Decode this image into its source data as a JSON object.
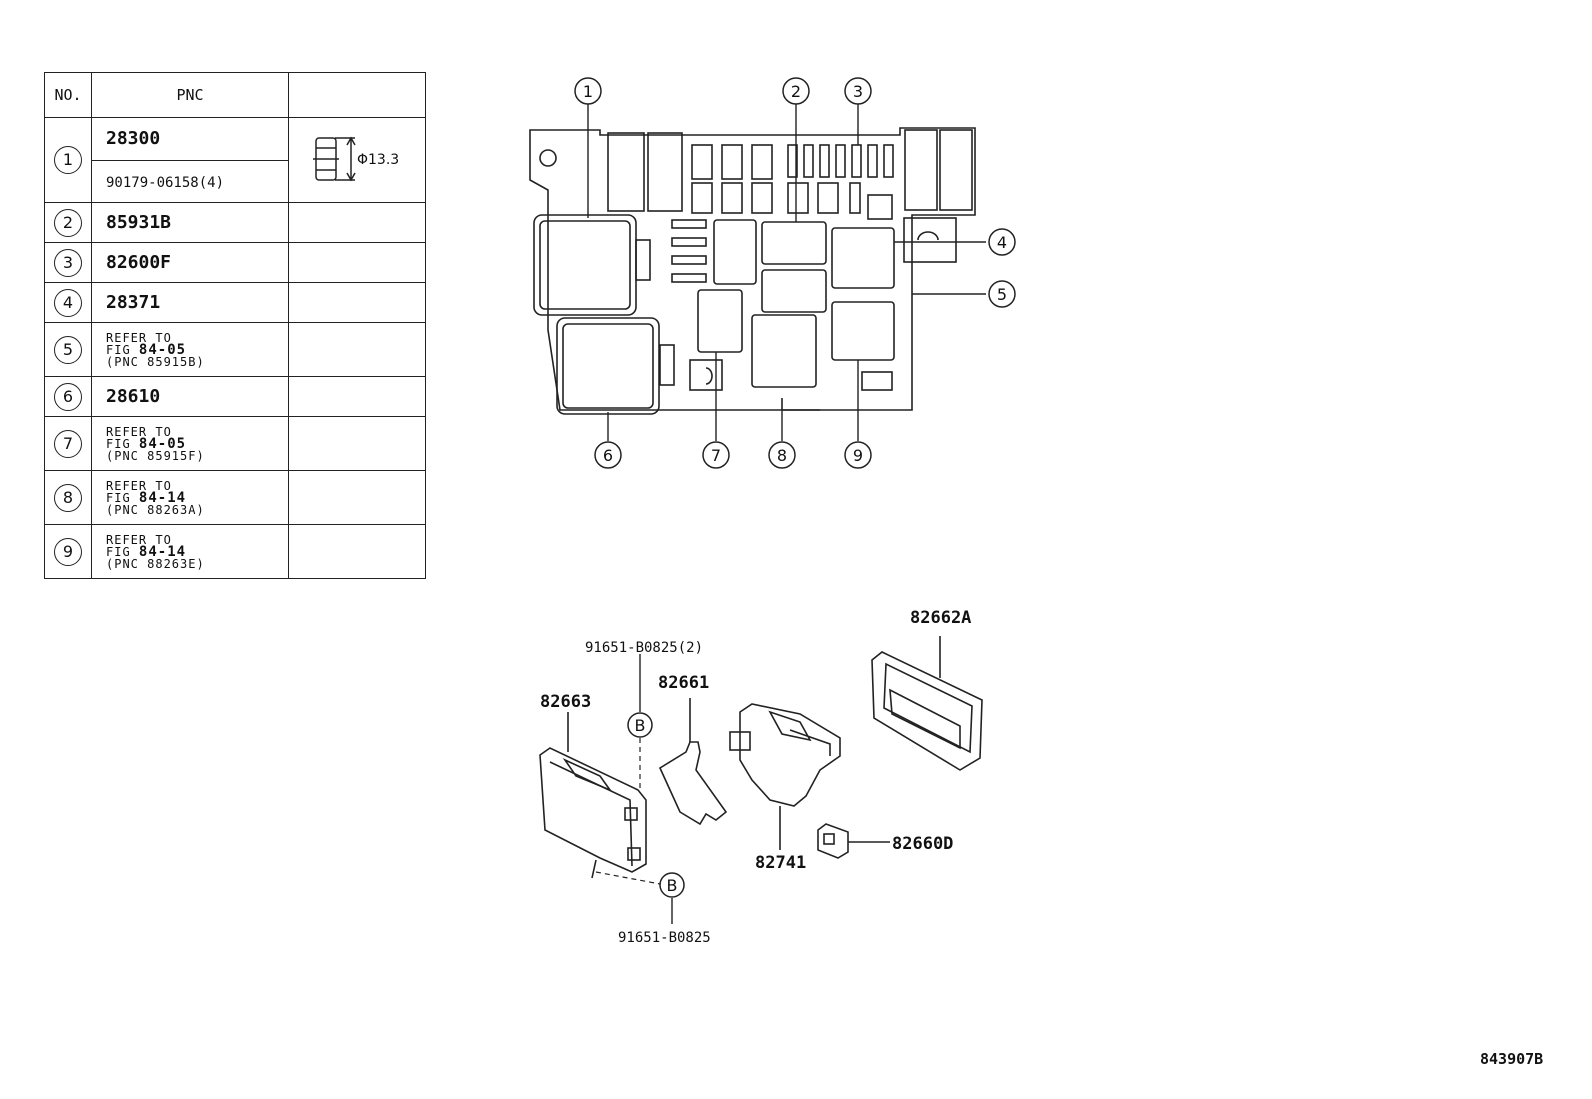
{
  "table": {
    "header": {
      "no": "NO.",
      "pnc": "PNC",
      "extra": ""
    },
    "rows": [
      {
        "no": "1",
        "pnc": "28300",
        "pnc_sub": "90179-06158(4)",
        "dimension": "Φ13.3"
      },
      {
        "no": "2",
        "pnc": "85931B"
      },
      {
        "no": "3",
        "pnc": "82600F"
      },
      {
        "no": "4",
        "pnc": "28371"
      },
      {
        "no": "5",
        "ref1": "REFER TO",
        "ref2a": "FIG ",
        "ref2b": "84-05",
        "ref3": "(PNC 85915B)"
      },
      {
        "no": "6",
        "pnc": "28610"
      },
      {
        "no": "7",
        "ref1": "REFER TO",
        "ref2a": "FIG ",
        "ref2b": "84-05",
        "ref3": "(PNC 85915F)"
      },
      {
        "no": "8",
        "ref1": "REFER TO",
        "ref2a": "FIG ",
        "ref2b": "84-14",
        "ref3": "(PNC 88263A)"
      },
      {
        "no": "9",
        "ref1": "REFER TO",
        "ref2a": "FIG ",
        "ref2b": "84-14",
        "ref3": "(PNC 88263E)"
      }
    ]
  },
  "diagram": {
    "callouts": [
      "1",
      "2",
      "3",
      "4",
      "5",
      "6",
      "7",
      "8",
      "9"
    ],
    "parts": {
      "p82662A": "82662A",
      "p91651_2": "91651-B0825(2)",
      "p82661": "82661",
      "p82663": "82663",
      "pB1": "B",
      "pB2": "B",
      "p82741": "82741",
      "p82660D": "82660D",
      "p91651": "91651-B0825"
    }
  },
  "figure_id": "843907B"
}
